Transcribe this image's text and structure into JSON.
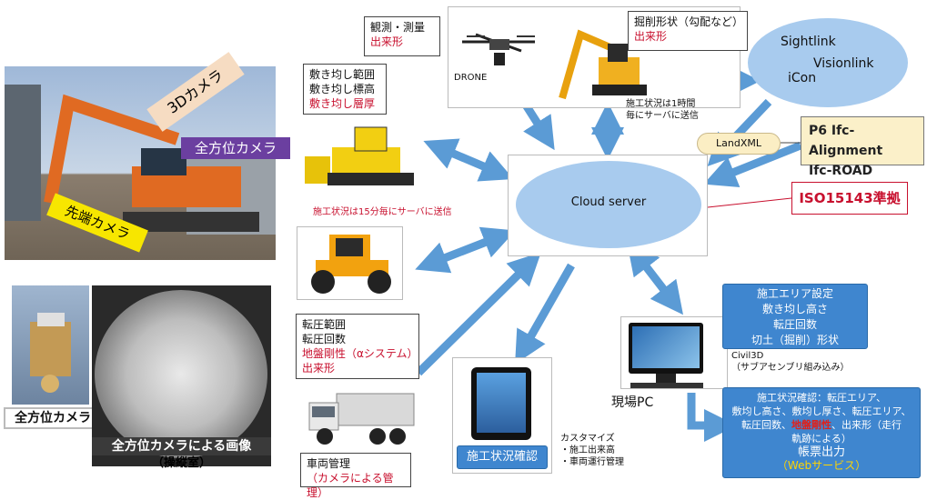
{
  "photos": {
    "excavator_labels": {
      "camera_3d": "3Dカメラ",
      "omni_camera": "全方位カメラ",
      "tip_camera": "先端カメラ"
    },
    "omni_camera_caption": "全方位カメラ",
    "omni_image_caption_line1": "全方位カメラによる画像",
    "omni_image_caption_line2": "（操縦室）"
  },
  "survey_box": {
    "line1": "観測・測量",
    "line2": "出来形"
  },
  "drone_label": "DRONE",
  "excavation_box": {
    "line1": "掘削形状（勾配など）",
    "line2": "出来形"
  },
  "excavator_note": {
    "line1": "施工状況は1時間",
    "line2": "毎にサーバに送信"
  },
  "cloud_top": {
    "line1": "Sightlink",
    "line2": "Visionlink",
    "line3": "iCon"
  },
  "landxml": "LandXML",
  "p6_box": {
    "line1": "P6 Ifc-Alignment",
    "line2": "Ifc-ROAD"
  },
  "spreading_box": {
    "line1": "敷き均し範囲",
    "line2": "敷き均し標高",
    "line3": "敷き均し層厚"
  },
  "dozer_note": "施工状況は15分毎にサーバに送信",
  "cloud_server": "Cloud server",
  "iso_box": "ISO15143準拠",
  "rolling_box": {
    "line1": "転圧範囲",
    "line2": "転圧回数",
    "line3": "地盤剛性（αシステム）",
    "line4": "出来形"
  },
  "vehicle_box": {
    "line1": "車両管理",
    "line2": "（カメラによる管理）"
  },
  "tablet_label": "施工状況確認",
  "customize": {
    "line1": "カスタマイズ",
    "line2": "・施工出来高",
    "line3": "・車両運行管理"
  },
  "pc_label": "現場PC",
  "civil3d": {
    "line1": "Civil3D",
    "line2": "（サブアセンブリ組み込み）"
  },
  "pc_settings": {
    "line1": "施工エリア設定",
    "line2": "敷き均し高さ",
    "line3": "転圧回数",
    "line4": "切土（掘削）形状"
  },
  "pc_output": {
    "line1": "施工状況確認：転圧エリア、",
    "line2": "敷均し高さ、敷均し厚さ、転圧エリア、",
    "line3a": "転圧回数、",
    "line3b": "地盤剛性",
    "line3c": "、出来形（走行",
    "line4": "軌跡による）",
    "line5": "帳票出力",
    "line6": "（Webサービス）"
  }
}
